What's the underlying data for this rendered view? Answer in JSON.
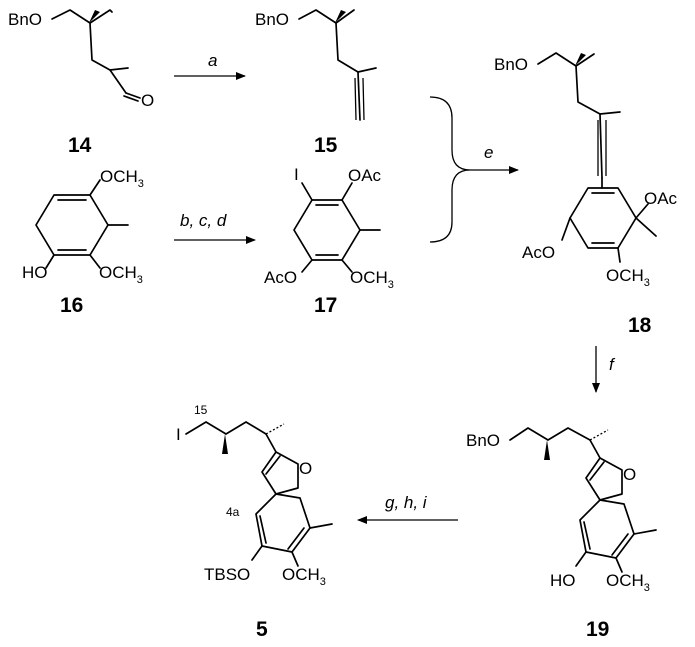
{
  "compounds": [
    {
      "id": "c14",
      "number": "14"
    },
    {
      "id": "c15",
      "number": "15"
    },
    {
      "id": "c16",
      "number": "16"
    },
    {
      "id": "c17",
      "number": "17"
    },
    {
      "id": "c18",
      "number": "18"
    },
    {
      "id": "c19",
      "number": "19"
    },
    {
      "id": "c5",
      "number": "5"
    }
  ],
  "reagents": {
    "a": "a",
    "bcd": "b, c, d",
    "e": "e",
    "f": "f",
    "ghi": "g, h, i"
  },
  "atom_labels": {
    "BnO": "BnO",
    "O": "O",
    "OCH": "OCH",
    "three": "3",
    "HO": "HO",
    "I": "I",
    "OAc": "OAc",
    "AcO": "AcO",
    "TBSO": "TBSO",
    "pos15": "15",
    "pos4a": "4a"
  }
}
